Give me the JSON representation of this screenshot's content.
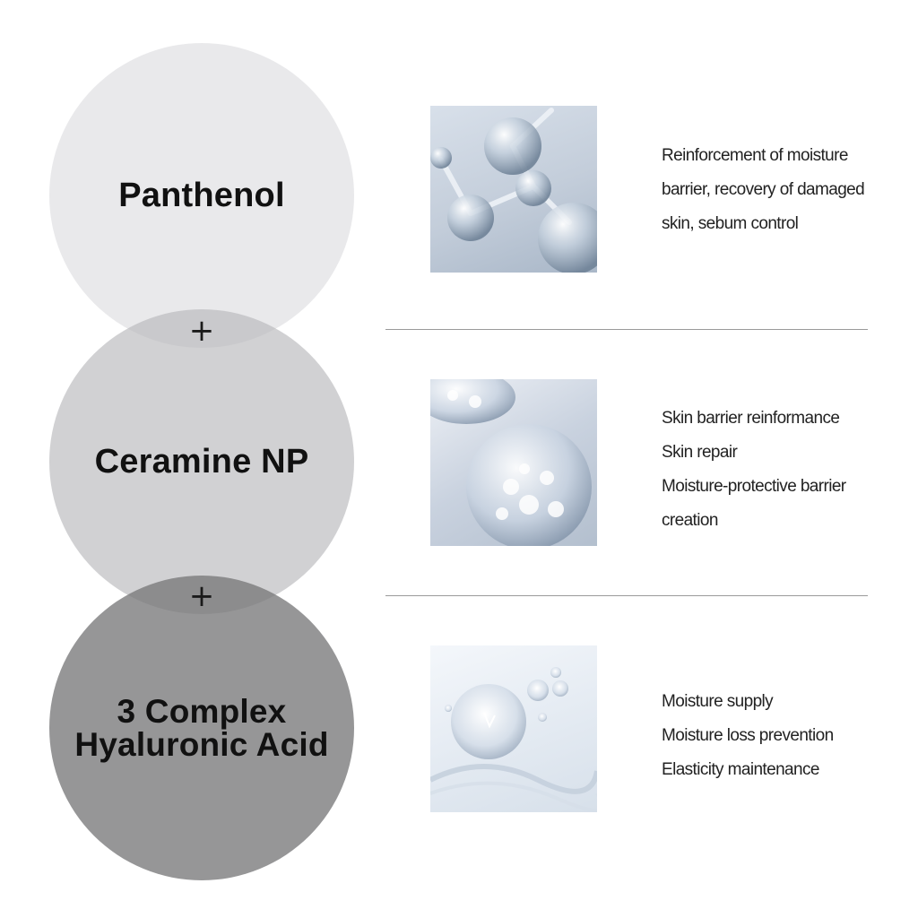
{
  "ingredients": [
    {
      "name": "Panthenol",
      "description_lines": [
        "Reinforcement of moisture",
        "barrier, recovery of damaged",
        "skin, sebum control"
      ],
      "circle_color": "#dcdcde",
      "image": "molecule-bubbles"
    },
    {
      "name": "Ceramine NP",
      "description_lines": [
        "Skin barrier reinformance",
        "Skin repair",
        "Moisture-protective barrier",
        "creation"
      ],
      "circle_color": "#b9b9bb",
      "image": "bubble-sphere"
    },
    {
      "name_lines": [
        "3 Complex",
        "Hyaluronic Acid"
      ],
      "description_lines": [
        "Moisture supply",
        "Moisture loss prevention",
        "Elasticity maintenance"
      ],
      "circle_color": "#78787a",
      "image": "water-droplet"
    }
  ],
  "connector_symbol": "+",
  "divider_color": "#9a9a9a"
}
